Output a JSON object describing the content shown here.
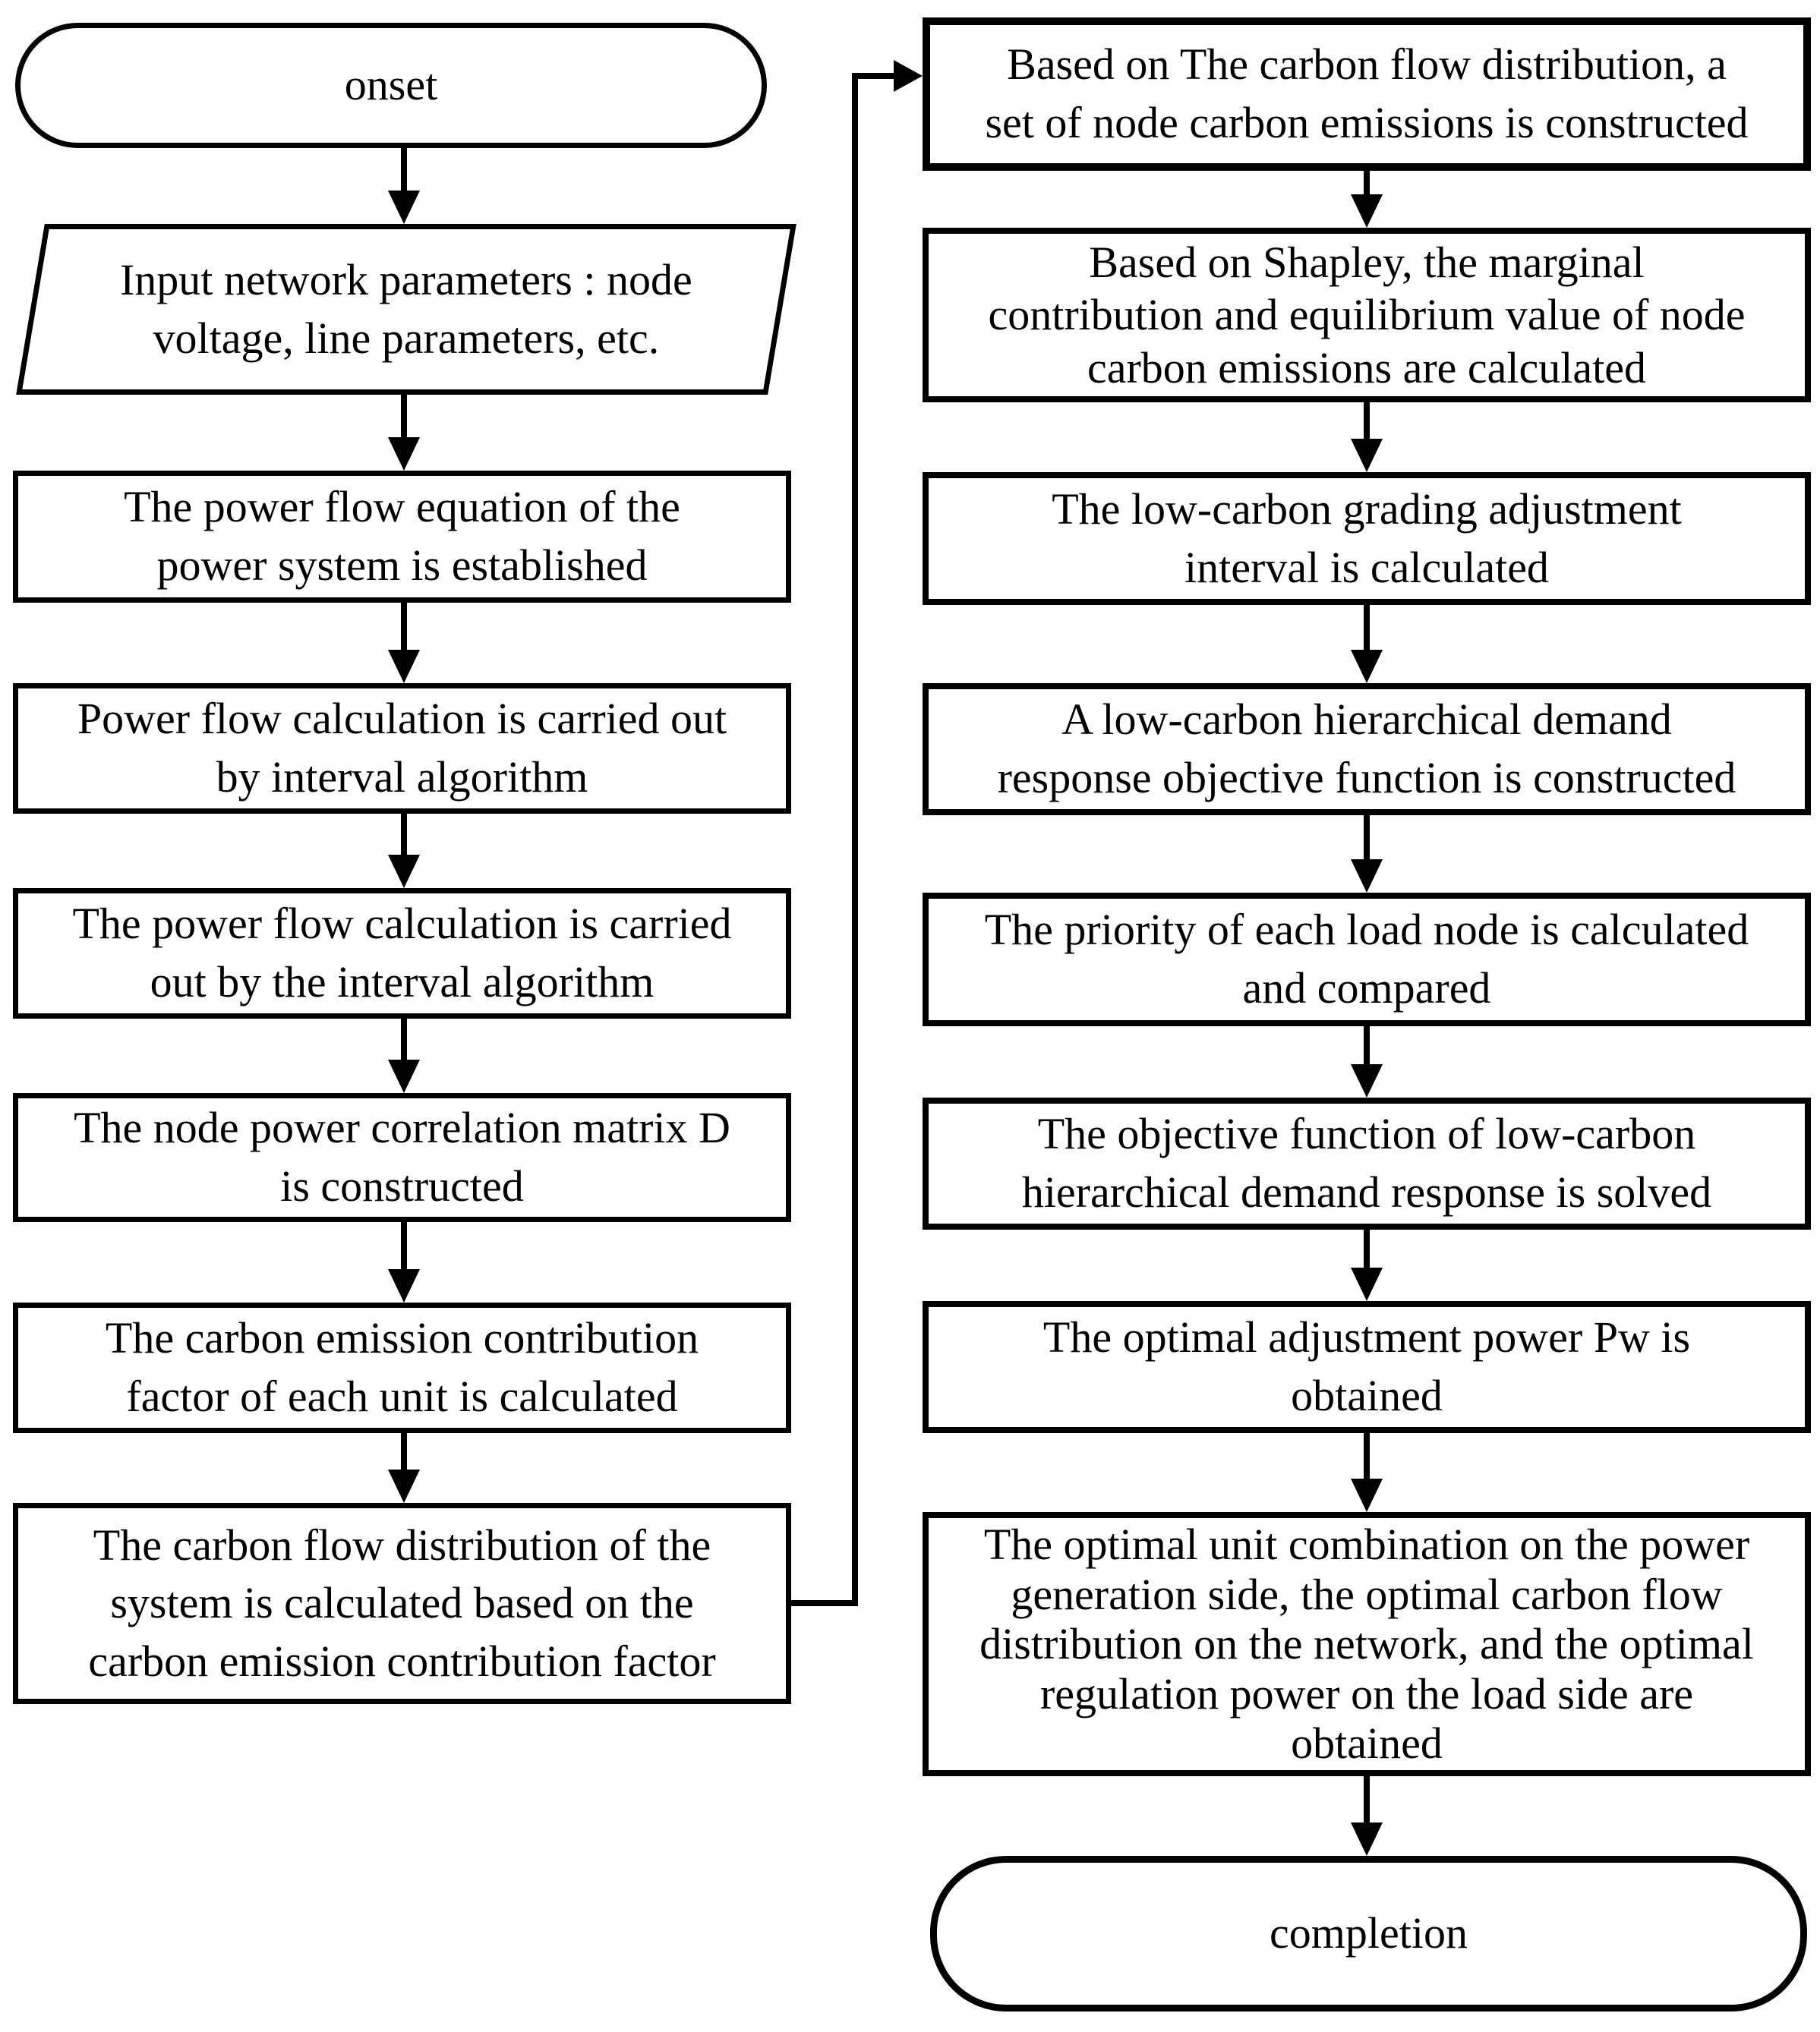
{
  "colors": {
    "stroke": "#000000",
    "background": "#ffffff",
    "text": "#000000"
  },
  "flowchart": {
    "left_column": [
      {
        "id": "onset",
        "shape": "terminator",
        "text": "onset"
      },
      {
        "id": "input-parameters",
        "shape": "parallelogram",
        "text": "Input network parameters : node\nvoltage, line parameters, etc."
      },
      {
        "id": "power-flow-equation",
        "shape": "process",
        "text": "The power flow equation of the\npower system is established"
      },
      {
        "id": "power-flow-calculation",
        "shape": "process",
        "text": "Power flow calculation is carried out\nby interval algorithm"
      },
      {
        "id": "power-flow-calculation-interval",
        "shape": "process",
        "text": "The power flow calculation is carried\nout by the interval algorithm"
      },
      {
        "id": "node-power-correlation-matrix",
        "shape": "process",
        "text": "The node power correlation matrix D\nis constructed"
      },
      {
        "id": "carbon-emission-contribution-factor",
        "shape": "process",
        "text": "The carbon emission contribution\nfactor of each unit is calculated"
      },
      {
        "id": "carbon-flow-distribution",
        "shape": "process",
        "text": "The carbon flow distribution of the\nsystem is calculated based on the\ncarbon emission contribution factor"
      }
    ],
    "right_column": [
      {
        "id": "node-carbon-emissions-set",
        "shape": "process",
        "text": "Based on The carbon flow distribution, a\nset of node carbon emissions is constructed"
      },
      {
        "id": "shapley-marginal-contribution",
        "shape": "process",
        "text": "Based on Shapley, the marginal\ncontribution and equilibrium value of node\ncarbon emissions are calculated"
      },
      {
        "id": "low-carbon-grading-interval",
        "shape": "process",
        "text": "The low-carbon grading adjustment\ninterval is calculated"
      },
      {
        "id": "low-carbon-objective-function",
        "shape": "process",
        "text": "A low-carbon hierarchical demand\nresponse objective function is constructed"
      },
      {
        "id": "load-node-priority",
        "shape": "process",
        "text": "The priority of each load node is calculated\nand compared"
      },
      {
        "id": "objective-function-solved",
        "shape": "process",
        "text": "The objective function of low-carbon\nhierarchical demand response is solved"
      },
      {
        "id": "optimal-adjustment-power",
        "shape": "process",
        "text": "The optimal adjustment power Pw is\nobtained"
      },
      {
        "id": "optimal-results",
        "shape": "process",
        "text": "The optimal unit combination on the power\ngeneration side, the optimal carbon flow\ndistribution on the network, and the optimal\nregulation power on the load side are\nobtained"
      },
      {
        "id": "completion",
        "shape": "terminator",
        "text": "completion"
      }
    ]
  }
}
